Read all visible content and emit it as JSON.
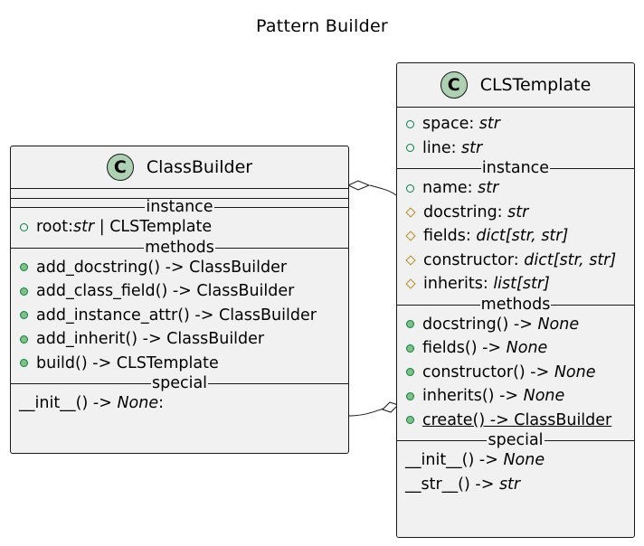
{
  "title": "Pattern Builder",
  "classes": {
    "classbuilder": {
      "badge": "C",
      "name": "ClassBuilder",
      "instance_label": "instance",
      "attributes": [
        {
          "name": "root: ",
          "type": "str",
          "suffix": " | CLSTemplate"
        }
      ],
      "methods_label": "methods",
      "methods": [
        {
          "text": "add_docstring() -> ClassBuilder"
        },
        {
          "text": "add_class_field() -> ClassBuilder"
        },
        {
          "text": "add_instance_attr() -> ClassBuilder"
        },
        {
          "text": "add_inherit() -> ClassBuilder"
        },
        {
          "text": "build() -> CLSTemplate"
        }
      ],
      "special_label": "special",
      "special": [
        {
          "name": "__init__() -> ",
          "type": "None",
          "suffix": ":"
        }
      ]
    },
    "clstemplate": {
      "badge": "C",
      "name": "CLSTemplate",
      "class_attributes": [
        {
          "name": "space: ",
          "type": "str"
        },
        {
          "name": "line: ",
          "type": "str"
        }
      ],
      "instance_label": "instance",
      "attributes": [
        {
          "name": "name: ",
          "type": "str",
          "visibility": "public"
        },
        {
          "name": "docstring: ",
          "type": "str",
          "visibility": "protected"
        },
        {
          "name": "fields: ",
          "type": "dict[str, str]",
          "visibility": "protected"
        },
        {
          "name": "constructor: ",
          "type": "dict[str, str]",
          "visibility": "protected"
        },
        {
          "name": "inherits: ",
          "type": "list[str]",
          "visibility": "protected"
        }
      ],
      "methods_label": "methods",
      "methods": [
        {
          "name": "docstring() -> ",
          "type": "None"
        },
        {
          "name": "fields() -> ",
          "type": "None"
        },
        {
          "name": "constructor() -> ",
          "type": "None"
        },
        {
          "name": "inherits() -> ",
          "type": "None"
        },
        {
          "name": "create() -> ClassBuilder",
          "type": ""
        }
      ],
      "special_label": "special",
      "special": [
        {
          "name": "__init__() -> ",
          "type": "None"
        },
        {
          "name": "__str__() -> ",
          "type": "str"
        }
      ]
    }
  },
  "colors": {
    "class_fill": "#f1f1f1",
    "badge_fill": "#add1b2",
    "public_icon": "#038048",
    "protected_icon": "#b38d22"
  }
}
